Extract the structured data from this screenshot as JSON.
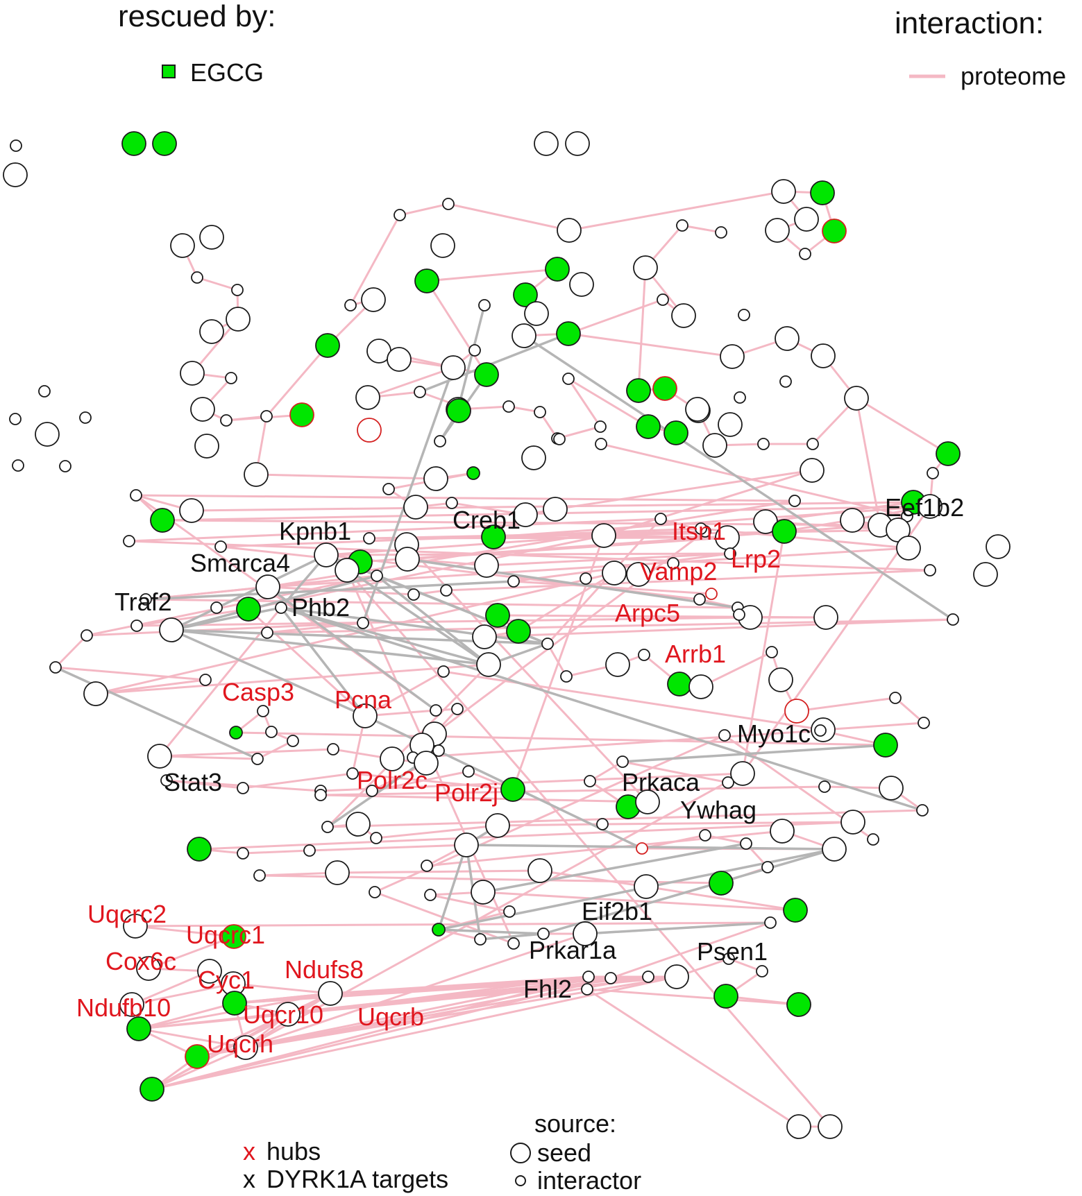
{
  "legend": {
    "rescued_title": "rescued by:",
    "rescued_item": "EGCG",
    "interaction_title": "interaction:",
    "interaction_item": "proteome",
    "source_title": "source:",
    "source_seed": "seed",
    "source_interactor": "interactor",
    "hub_marker": "x",
    "hub_label": "hubs",
    "target_marker": "x",
    "target_label": "DYRK1A targets"
  },
  "colors": {
    "edge_proteome": "#f4b8c4",
    "edge_other": "#b5b5b5",
    "rescued_fill": "#00e600",
    "hub_text": "#e0161e",
    "target_text": "#111111",
    "node_stroke": "#1a1a1a",
    "hub_ring": "#d42020"
  },
  "labels": {
    "hubs": [
      "Itsn1",
      "Lrp2",
      "Vamp2",
      "Arpc5",
      "Arrb1",
      "Casp3",
      "Pcna",
      "Polr2c",
      "Polr2j",
      "Uqcrc2",
      "Uqcrc1",
      "Cox6c",
      "Cyc1",
      "Ndufs8",
      "Ndufb10",
      "Uqcr10",
      "Uqcrb",
      "Uqcrh"
    ],
    "targets": [
      "Creb1",
      "Kpnb1",
      "Smarca4",
      "Phb2",
      "Traf2",
      "Stat3",
      "Eef1b2",
      "Myo1c",
      "Prkaca",
      "Ywhag",
      "Eif2b1",
      "Prkar1a",
      "Psen1",
      "Fhl2"
    ]
  }
}
